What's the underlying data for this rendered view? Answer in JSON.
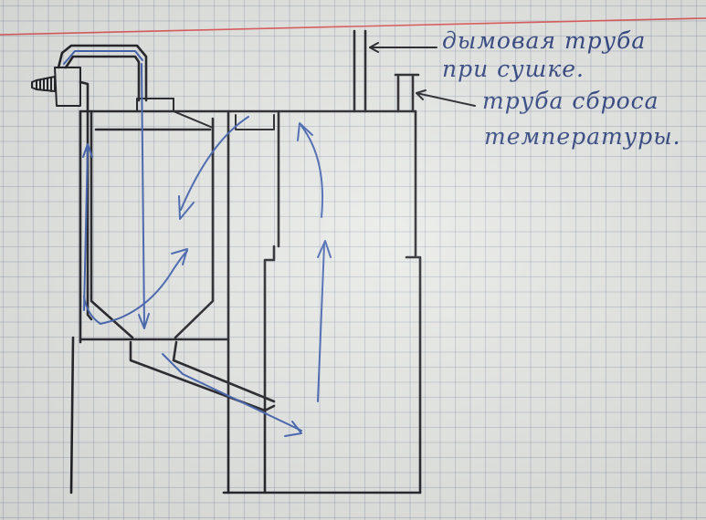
{
  "labels": {
    "chimney_line1": "дымовая труба",
    "chimney_line2": "при сушке.",
    "relief_line1": "труба сброса",
    "relief_line2": "температуры."
  },
  "colors": {
    "paper": "#e8eae7",
    "grid": "#7d8ca5",
    "margin_line": "#e05555",
    "ink": "#1b1b20",
    "flow_arrows": "#3d5fae",
    "label_ink": "#2a3f7e"
  }
}
